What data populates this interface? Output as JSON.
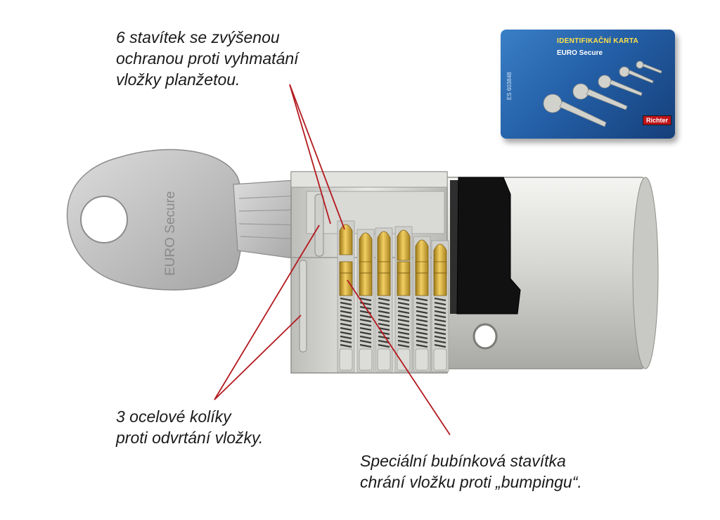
{
  "annotations": {
    "pins": {
      "lines": [
        "6 stavítek se zvýšenou",
        "ochranou proti vyhmatání",
        "vložky planžetou."
      ]
    },
    "steel_pins": {
      "lines": [
        "3 ocelové kolíky",
        "proti odvrtání vložky."
      ]
    },
    "drum_pins": {
      "lines": [
        "Speciální bubínková stavítka",
        "chrání vložku proti „bumpingu“."
      ]
    }
  },
  "id_card": {
    "title": "IDENTIFIKAČNÍ KARTA",
    "subtitle": "EURO Secure",
    "serial": "ES 603848",
    "logo": "Richter"
  },
  "key": {
    "engraving": "EURO Secure"
  },
  "colors": {
    "leader_line": "#b3191e",
    "brass": "#d4a83a",
    "steel": "#c9c9c9",
    "card_blue": "#2460a8"
  }
}
